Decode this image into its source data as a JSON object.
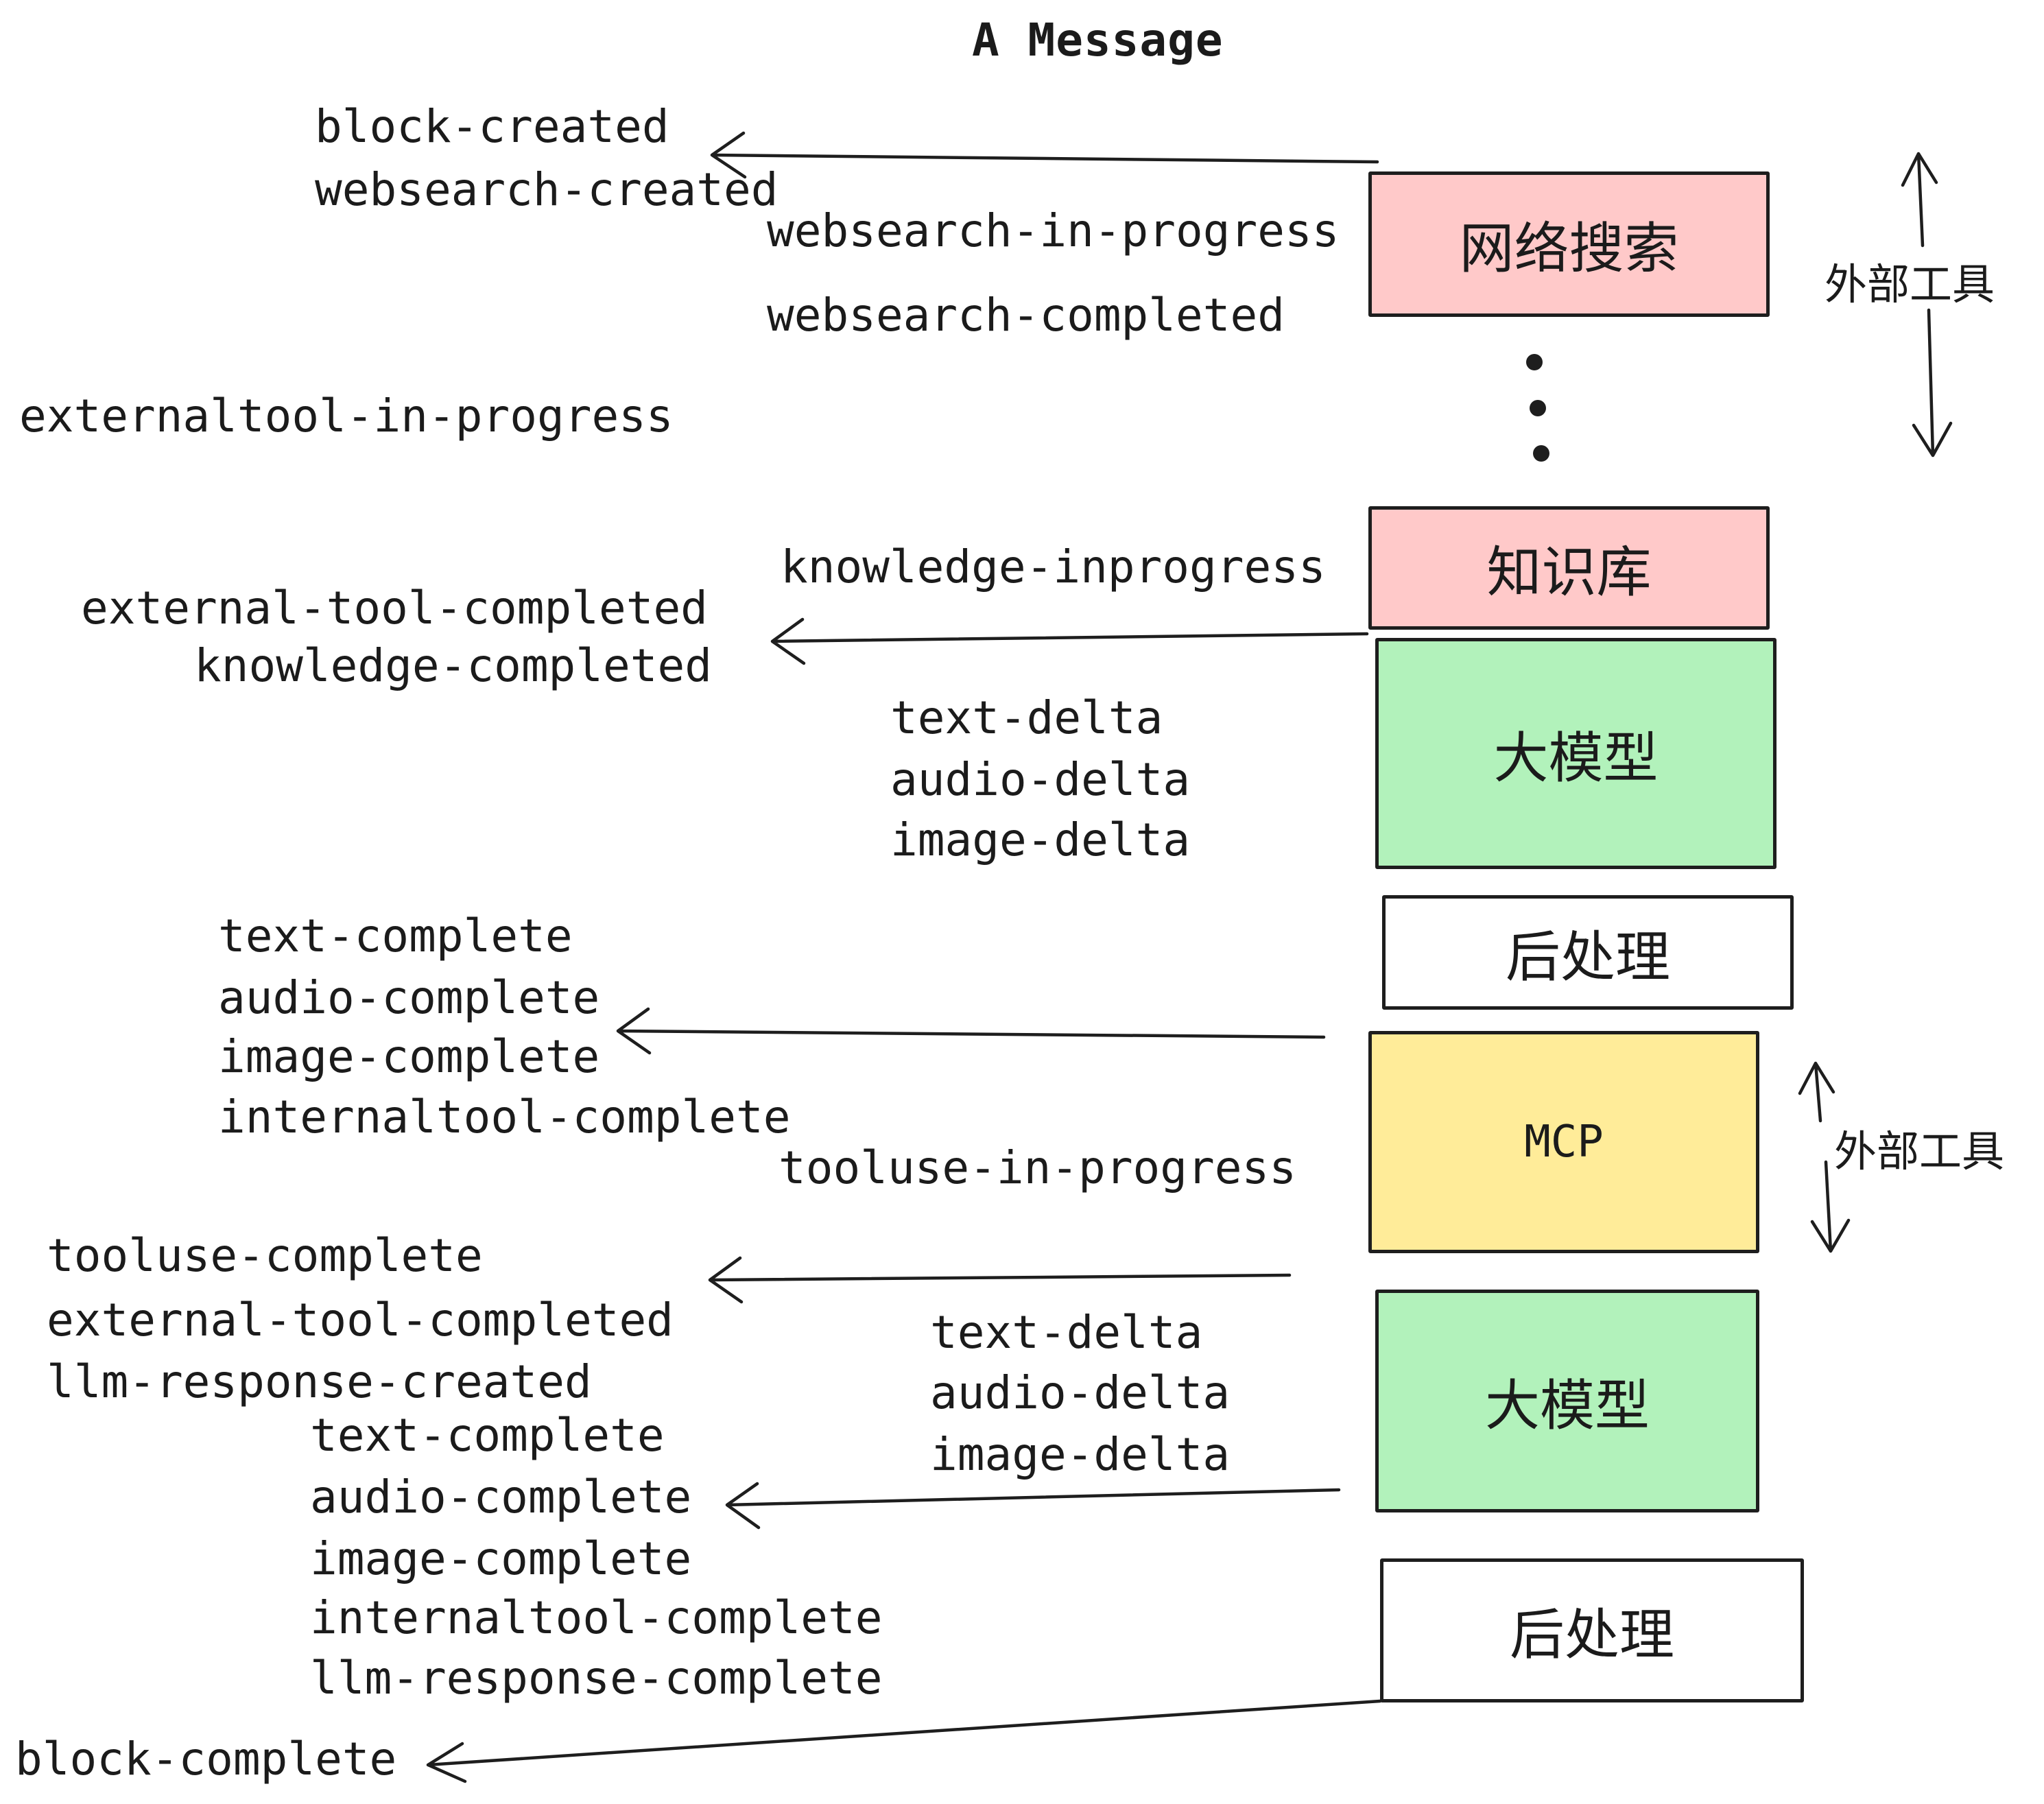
{
  "title": "A Message",
  "events": {
    "block_created": "block-created",
    "websearch_created": "websearch-created",
    "websearch_in_progress": "websearch-in-progress",
    "websearch_completed": "websearch-completed",
    "externaltool_in_progress": "externaltool-in-progress",
    "knowledge_inprogress": "knowledge-inprogress",
    "external_tool_completed_1": "external-tool-completed",
    "knowledge_completed": "knowledge-completed",
    "text_delta_1": "text-delta",
    "audio_delta_1": "audio-delta",
    "image_delta_1": "image-delta",
    "text_complete_1": "text-complete",
    "audio_complete_1": "audio-complete",
    "image_complete_1": "image-complete",
    "internaltool_complete_1": "internaltool-complete",
    "tooluse_in_progress": "tooluse-in-progress",
    "tooluse_complete": "tooluse-complete",
    "external_tool_completed_2": "external-tool-completed",
    "llm_response_created": "llm-response-created",
    "text_delta_2": "text-delta",
    "audio_delta_2": "audio-delta",
    "image_delta_2": "image-delta",
    "text_complete_2": "text-complete",
    "audio_complete_2": "audio-complete",
    "image_complete_2": "image-complete",
    "internaltool_complete_2": "internaltool-complete",
    "llm_response_complete": "llm-response-complete",
    "block_complete": "block-complete"
  },
  "boxes": [
    {
      "id": "websearch",
      "label": "网络搜索",
      "color": "#ffc9c9"
    },
    {
      "id": "knowledge",
      "label": "知识库",
      "color": "#ffc9c9"
    },
    {
      "id": "llm-1",
      "label": "大模型",
      "color": "#b2f2bb"
    },
    {
      "id": "post-1",
      "label": "后处理",
      "color": "#ffffff"
    },
    {
      "id": "mcp",
      "label": "MCP",
      "color": "#ffec99"
    },
    {
      "id": "llm-2",
      "label": "大模型",
      "color": "#b2f2bb"
    },
    {
      "id": "post-2",
      "label": "后处理",
      "color": "#ffffff"
    }
  ],
  "annotations": {
    "external_tools_1": "外部工具",
    "external_tools_2": "外部工具"
  },
  "colors": {
    "stroke": "#1e1e1e",
    "pink": "#ffc9c9",
    "green": "#b2f2bb",
    "yellow": "#ffec99",
    "background": "#ffffff"
  }
}
